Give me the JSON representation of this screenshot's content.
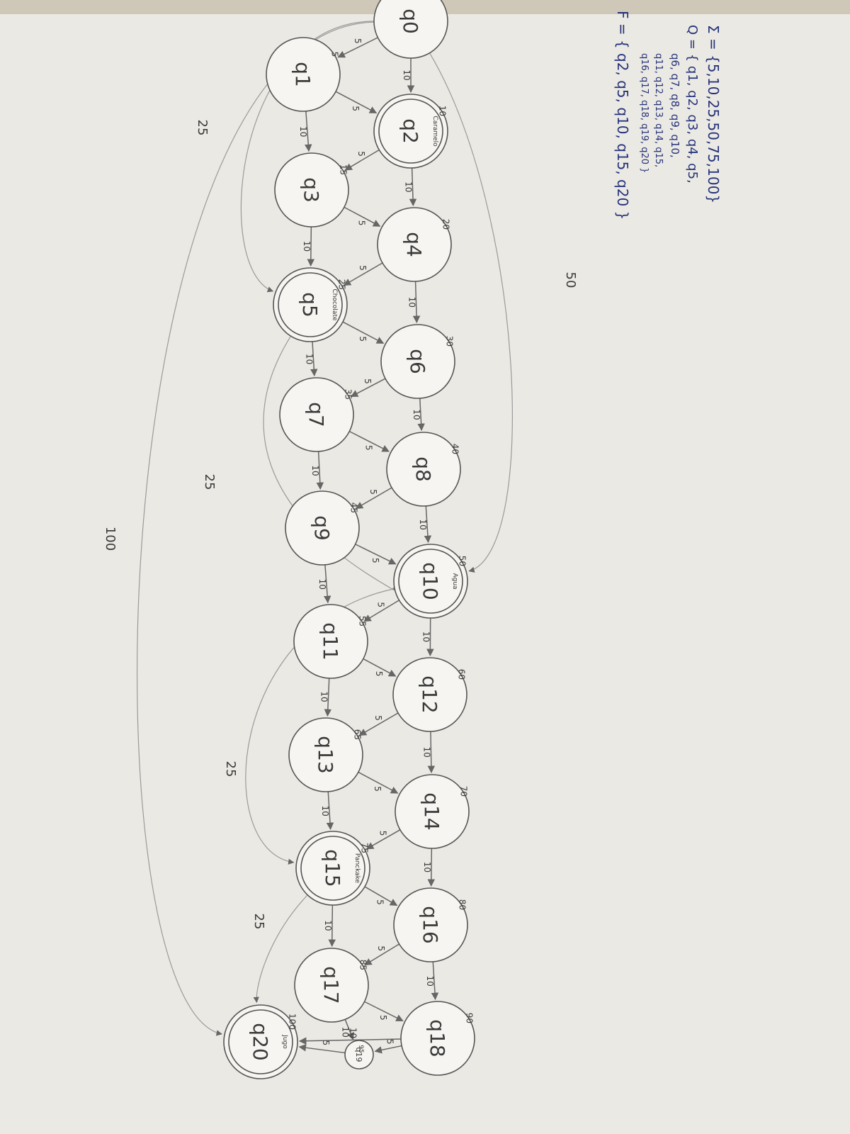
{
  "definitions": {
    "sigma": "Σ = {5,10,25,50,75,100}",
    "q_line1": "Q = { q1, q2, q3, q4, q5,",
    "q_line2": "q6, q7, q8, q9, q10,",
    "q_line3": "q11, q12, q13, q14, q15,",
    "q_line4": "q16, q17, q18, q19, q20 }",
    "f_line": "F = { q2, q5, q10, q15, q20 }"
  },
  "states": [
    {
      "id": "q0",
      "label": "q0",
      "amount": "",
      "product": "",
      "final": false
    },
    {
      "id": "q1",
      "label": "q1",
      "amount": "5",
      "product": "",
      "final": false
    },
    {
      "id": "q2",
      "label": "q2",
      "amount": "10",
      "product": "Caramelo",
      "final": true
    },
    {
      "id": "q3",
      "label": "q3",
      "amount": "15",
      "product": "",
      "final": false
    },
    {
      "id": "q4",
      "label": "q4",
      "amount": "20",
      "product": "",
      "final": false
    },
    {
      "id": "q5",
      "label": "q5",
      "amount": "25",
      "product": "Chocolate",
      "final": true
    },
    {
      "id": "q6",
      "label": "q6",
      "amount": "30",
      "product": "",
      "final": false
    },
    {
      "id": "q7",
      "label": "q7",
      "amount": "35",
      "product": "",
      "final": false
    },
    {
      "id": "q8",
      "label": "q8",
      "amount": "40",
      "product": "",
      "final": false
    },
    {
      "id": "q9",
      "label": "q9",
      "amount": "45",
      "product": "",
      "final": false
    },
    {
      "id": "q10",
      "label": "q10",
      "amount": "50",
      "product": "Agua",
      "final": true
    },
    {
      "id": "q11",
      "label": "q11",
      "amount": "55",
      "product": "",
      "final": false
    },
    {
      "id": "q12",
      "label": "q12",
      "amount": "60",
      "product": "",
      "final": false
    },
    {
      "id": "q13",
      "label": "q13",
      "amount": "65",
      "product": "",
      "final": false
    },
    {
      "id": "q14",
      "label": "q14",
      "amount": "70",
      "product": "",
      "final": false
    },
    {
      "id": "q15",
      "label": "q15",
      "amount": "75",
      "product": "Panckake",
      "final": true
    },
    {
      "id": "q16",
      "label": "q16",
      "amount": "80",
      "product": "",
      "final": false
    },
    {
      "id": "q17",
      "label": "q17",
      "amount": "85",
      "product": "",
      "final": false
    },
    {
      "id": "q18",
      "label": "q18",
      "amount": "90",
      "product": "",
      "final": false
    },
    {
      "id": "q19",
      "label": "q19",
      "amount": "95",
      "product": "",
      "final": false
    },
    {
      "id": "q20",
      "label": "q20",
      "amount": "100",
      "product": "Jugo",
      "final": true
    }
  ],
  "transitions": [
    {
      "from": "q0",
      "to": "q1",
      "label": "5"
    },
    {
      "from": "q0",
      "to": "q2",
      "label": "10"
    },
    {
      "from": "q1",
      "to": "q2",
      "label": "5"
    },
    {
      "from": "q1",
      "to": "q3",
      "label": "10"
    },
    {
      "from": "q2",
      "to": "q3",
      "label": "5"
    },
    {
      "from": "q2",
      "to": "q4",
      "label": "10"
    },
    {
      "from": "q3",
      "to": "q4",
      "label": "5"
    },
    {
      "from": "q3",
      "to": "q5",
      "label": "10"
    },
    {
      "from": "q4",
      "to": "q5",
      "label": "5"
    },
    {
      "from": "q4",
      "to": "q6",
      "label": "10"
    },
    {
      "from": "q5",
      "to": "q6",
      "label": "5"
    },
    {
      "from": "q5",
      "to": "q7",
      "label": "10"
    },
    {
      "from": "q6",
      "to": "q7",
      "label": "5"
    },
    {
      "from": "q6",
      "to": "q8",
      "label": "10"
    },
    {
      "from": "q7",
      "to": "q8",
      "label": "5"
    },
    {
      "from": "q7",
      "to": "q9",
      "label": "10"
    },
    {
      "from": "q8",
      "to": "q9",
      "label": "5"
    },
    {
      "from": "q8",
      "to": "q10",
      "label": "10"
    },
    {
      "from": "q9",
      "to": "q10",
      "label": "5"
    },
    {
      "from": "q9",
      "to": "q11",
      "label": "10"
    },
    {
      "from": "q10",
      "to": "q11",
      "label": "5"
    },
    {
      "from": "q10",
      "to": "q12",
      "label": "10"
    },
    {
      "from": "q11",
      "to": "q12",
      "label": "5"
    },
    {
      "from": "q11",
      "to": "q13",
      "label": "10"
    },
    {
      "from": "q12",
      "to": "q13",
      "label": "5"
    },
    {
      "from": "q12",
      "to": "q14",
      "label": "10"
    },
    {
      "from": "q13",
      "to": "q14",
      "label": "5"
    },
    {
      "from": "q13",
      "to": "q15",
      "label": "10"
    },
    {
      "from": "q14",
      "to": "q15",
      "label": "5"
    },
    {
      "from": "q14",
      "to": "q16",
      "label": "10"
    },
    {
      "from": "q15",
      "to": "q16",
      "label": "5"
    },
    {
      "from": "q15",
      "to": "q17",
      "label": "10"
    },
    {
      "from": "q16",
      "to": "q17",
      "label": "5"
    },
    {
      "from": "q16",
      "to": "q18",
      "label": "10"
    },
    {
      "from": "q17",
      "to": "q18",
      "label": "5"
    },
    {
      "from": "q17",
      "to": "q19",
      "label": "10"
    },
    {
      "from": "q18",
      "to": "q19",
      "label": "5"
    },
    {
      "from": "q18",
      "to": "q20",
      "label": "10"
    },
    {
      "from": "q19",
      "to": "q20",
      "label": "5"
    },
    {
      "from": "q0",
      "to": "q5",
      "label": "25"
    },
    {
      "from": "q5",
      "to": "q10",
      "label": "25"
    },
    {
      "from": "q10",
      "to": "q15",
      "label": "25"
    },
    {
      "from": "q15",
      "to": "q20",
      "label": "25"
    },
    {
      "from": "q0",
      "to": "q10",
      "label": "50"
    },
    {
      "from": "q0",
      "to": "q20",
      "label": "100"
    }
  ]
}
